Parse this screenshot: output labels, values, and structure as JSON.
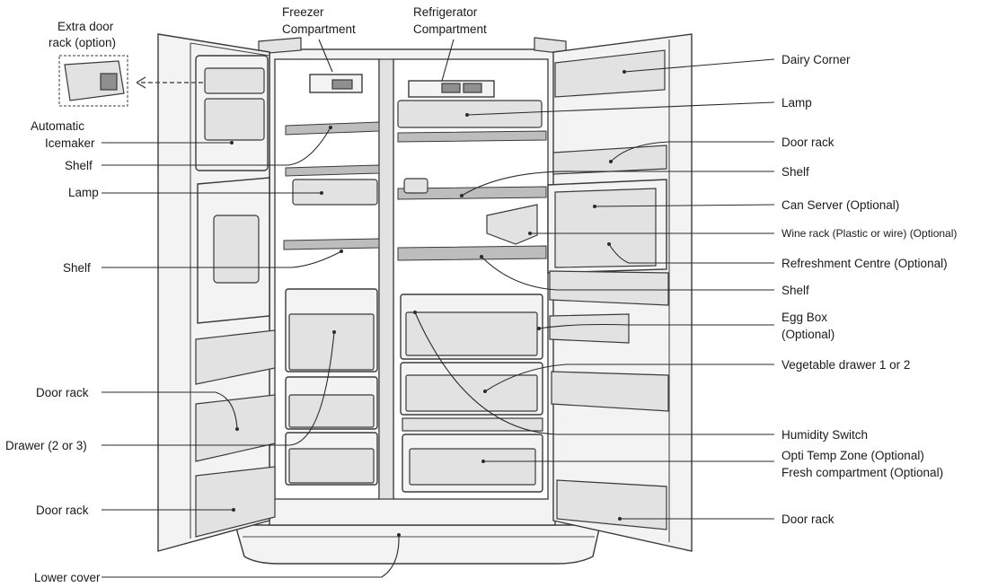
{
  "labels": {
    "extra_door_rack_1": "Extra door",
    "extra_door_rack_2": "rack (option)",
    "freezer_1": "Freezer",
    "freezer_2": "Compartment",
    "refrigerator_1": "Refrigerator",
    "refrigerator_2": "Compartment",
    "automatic_icemaker_1": "Automatic",
    "automatic_icemaker_2": "Icemaker",
    "shelf_left_top": "Shelf",
    "lamp_left": "Lamp",
    "shelf_left_mid": "Shelf",
    "door_rack_left_mid": "Door rack",
    "drawer": "Drawer (2 or 3)",
    "door_rack_left_bottom": "Door rack",
    "lower_cover": "Lower cover",
    "dairy_corner": "Dairy Corner",
    "lamp_right": "Lamp",
    "door_rack_right_top": "Door rack",
    "shelf_right_1": "Shelf",
    "can_server": "Can Server (Optional)",
    "wine_rack": "Wine rack (Plastic or wire) (Optional)",
    "refreshment_centre": "Refreshment Centre (Optional)",
    "shelf_right_2": "Shelf",
    "egg_box_1": "Egg Box",
    "egg_box_2": "(Optional)",
    "vegetable_drawer": "Vegetable drawer 1 or 2",
    "humidity_switch": "Humidity Switch",
    "opti_temp_1": "Opti Temp Zone (Optional)",
    "opti_temp_2": "Fresh compartment (Optional)",
    "door_rack_right_bottom": "Door rack"
  },
  "icons": {
    "main": "side-by-side-refrigerator-icon",
    "inset": "extra-door-rack-icon"
  }
}
